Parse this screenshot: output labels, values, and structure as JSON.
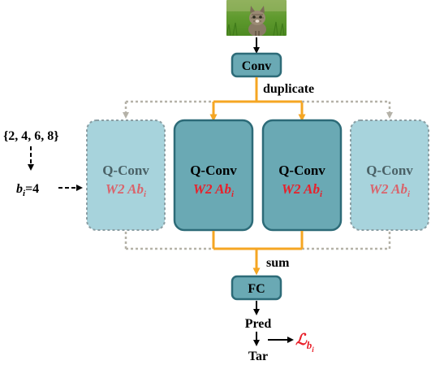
{
  "image": {
    "subject": "cat photo"
  },
  "conv": {
    "label": "Conv"
  },
  "duplicate": {
    "label": "duplicate"
  },
  "bit_set": {
    "label": "{2, 4, 6, 8}"
  },
  "bit_choice": {
    "var": "b",
    "sub": "i",
    "eq": "=4"
  },
  "qconv": {
    "label": "Q-Conv",
    "sub_main": "W2 Ab",
    "sub_index": "i",
    "blocks": [
      {
        "state": "faded"
      },
      {
        "state": "active"
      },
      {
        "state": "active"
      },
      {
        "state": "faded"
      }
    ]
  },
  "sum": {
    "label": "sum"
  },
  "fc": {
    "label": "FC"
  },
  "pred": {
    "label": "Pred"
  },
  "tar": {
    "label": "Tar"
  },
  "loss": {
    "symbol": "ℒ",
    "sub": "b",
    "subsub": "i"
  },
  "colors": {
    "box_active": "#6aa9b4",
    "box_active_border": "#2d6b78",
    "box_faded": "#a7d3dc",
    "box_faded_border": "#8a9ea3",
    "text_dark": "#000000",
    "text_red": "#e8202a",
    "text_faded": "#4a6166",
    "text_faded_red": "#d9646c",
    "arrow_orange": "#f5a623",
    "arrow_gray": "#b5b2a8"
  }
}
